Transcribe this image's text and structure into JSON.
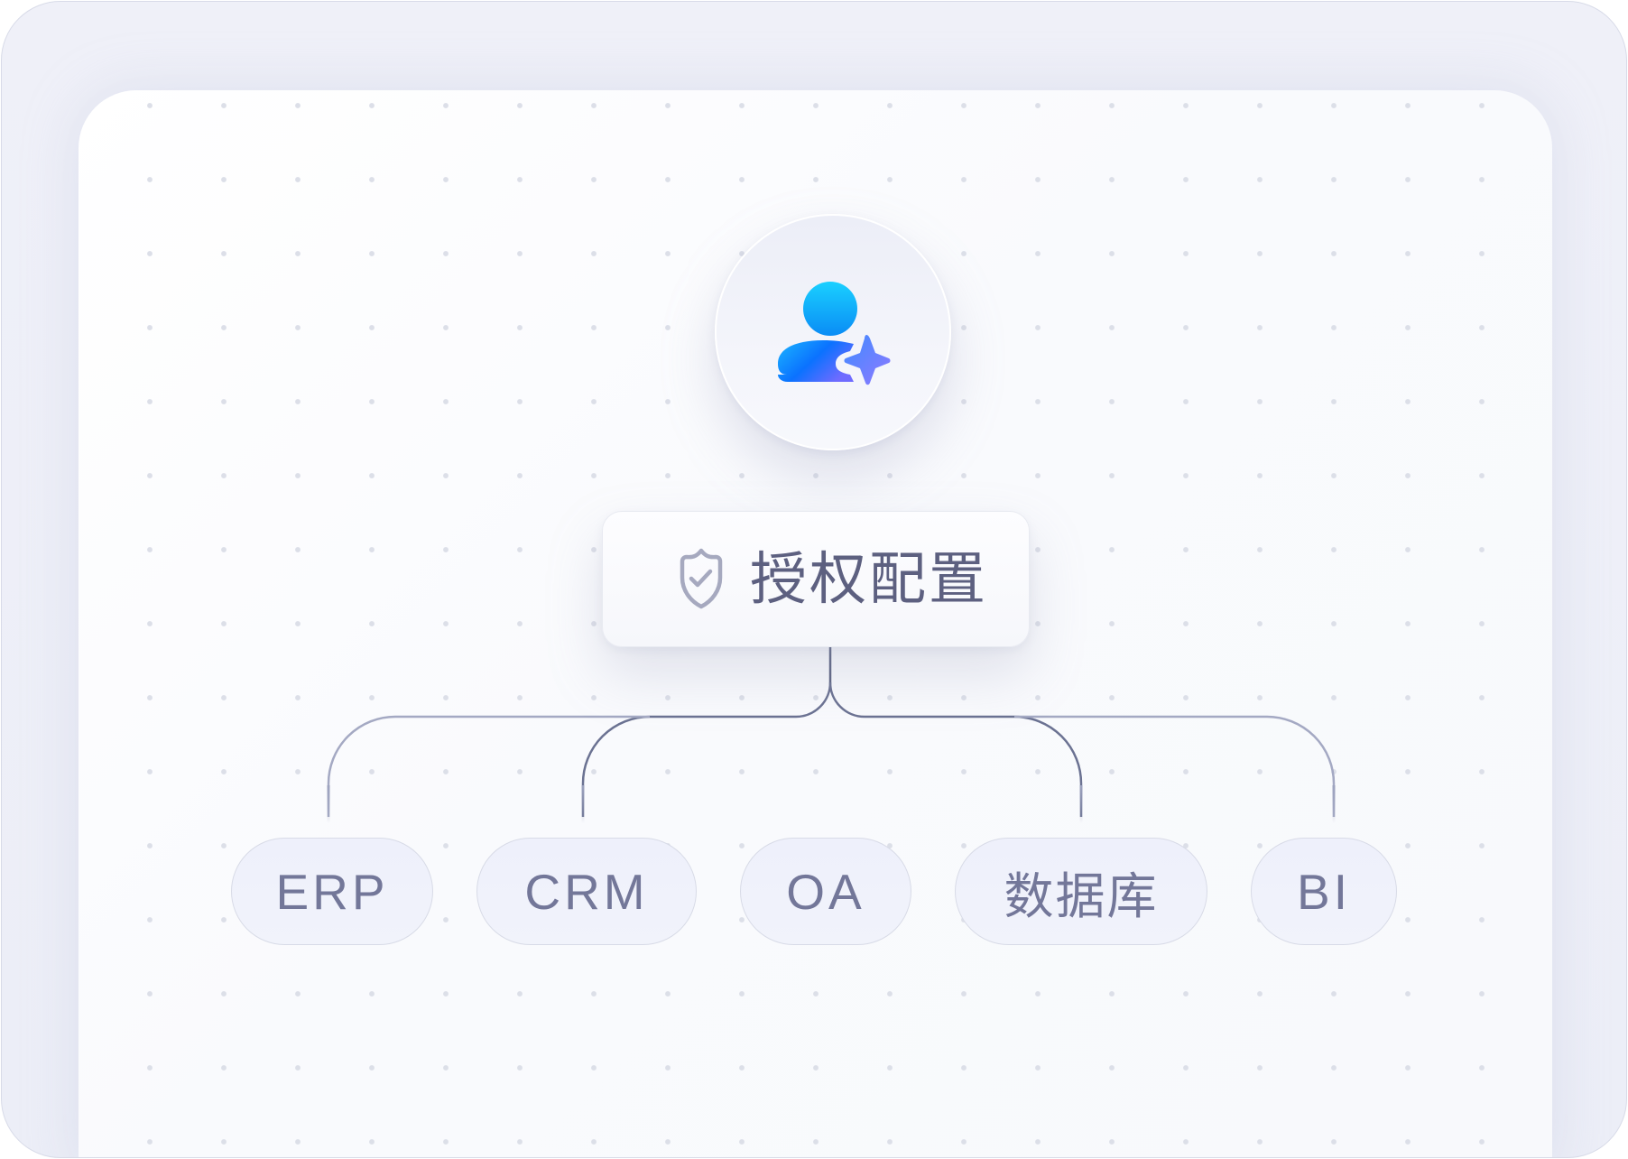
{
  "diagram": {
    "center_icon": "user-sparkle-icon",
    "auth_card": {
      "icon": "shield-check-icon",
      "title": "授权配置"
    },
    "systems": [
      {
        "label": "ERP"
      },
      {
        "label": "CRM"
      },
      {
        "label": "OA"
      },
      {
        "label": "数据库"
      },
      {
        "label": "BI"
      }
    ]
  },
  "colors": {
    "icon_gradient_start": "#18c4ff",
    "icon_gradient_end": "#0a6dff",
    "sparkle_gradient_start": "#4f86ff",
    "sparkle_gradient_end": "#8a78ff",
    "connector": "#5d6482",
    "text": "#737799"
  }
}
